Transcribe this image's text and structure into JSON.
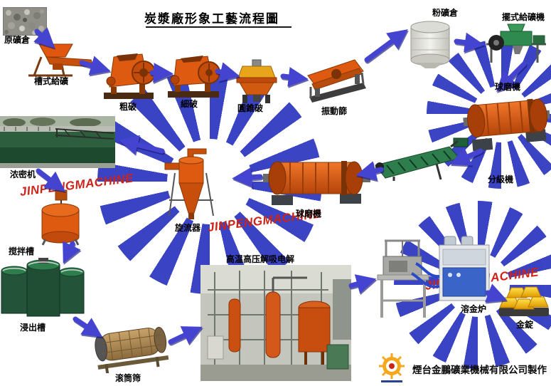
{
  "title": "炭漿廠形象工藝流程圖",
  "nodes": {
    "raw_ore_bin": "原礦倉",
    "trough_feeder": "槽式給礦",
    "coarse_crusher": "粗破",
    "fine_crusher": "細破",
    "cone_crusher": "圓錐破",
    "vibrating_screen": "振動篩",
    "fine_ore_bin": "粉礦倉",
    "pendulum_feeder": "擺式給礦機",
    "ball_mill_right": "球磨機",
    "classifier": "分級機",
    "ball_mill_mid": "球磨機",
    "cyclone": "旋流器",
    "thickener": "浓密机",
    "agitation_tank": "搅拌槽",
    "leaching_tank": "浸出槽",
    "drum_screen": "滚筒筛",
    "desorption_electrolysis": "高温高压解吸电解",
    "gold_furnace": "溶金炉",
    "gold_ingot": "金錠"
  },
  "watermark": {
    "text": "JINPENGMACHINE",
    "text_color": "#cc2418",
    "wheel_color": "#2a34be"
  },
  "footer": {
    "credit": "煙台金鵬礦業機械有限公司製作"
  },
  "colors": {
    "arrow": "#4444d0",
    "equipment_orange": "#dd5a10",
    "equipment_green": "#2e7d4c",
    "gold": "#f5c518"
  }
}
